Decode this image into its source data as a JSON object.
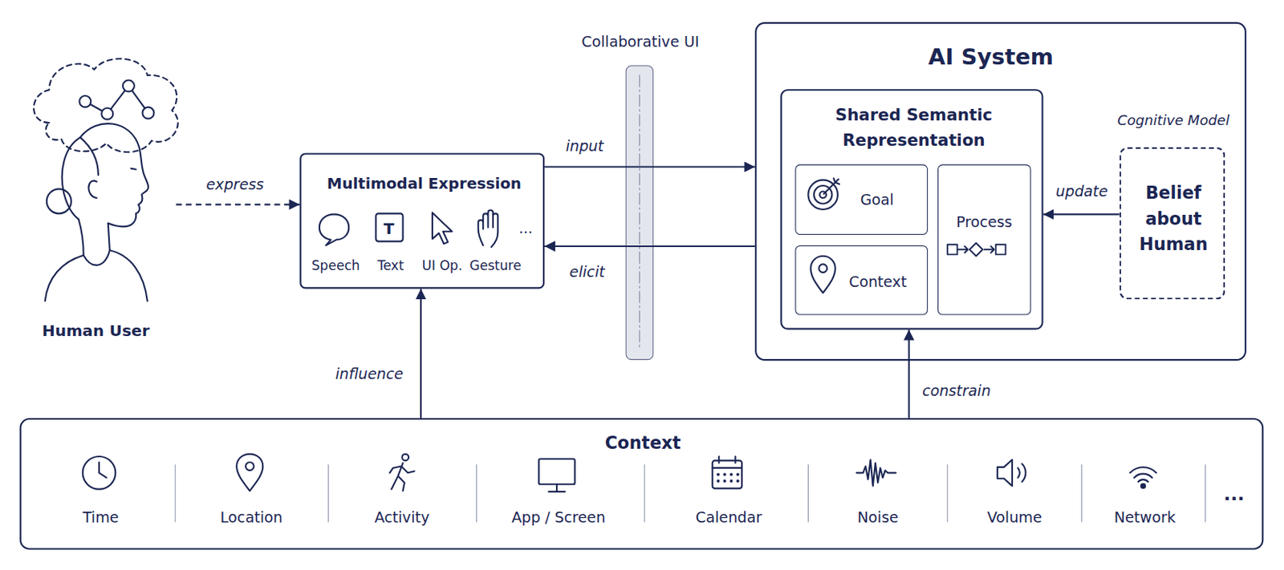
{
  "diagram": {
    "nodes": [
      {
        "text": [
          "Human User"
        ]
      },
      {
        "text": [
          "Multimodal Expression",
          "Speech",
          "Text",
          "UI Op.",
          "Gesture",
          "..."
        ]
      },
      {
        "text": [
          "Collaborative UI"
        ]
      },
      {
        "text": [
          "AI System"
        ]
      },
      {
        "text": [
          "Shared Semantic Representation"
        ],
        "in": 3
      },
      {
        "text": [
          "Goal"
        ],
        "in": 4
      },
      {
        "text": [
          "Context"
        ],
        "in": 4
      },
      {
        "text": [
          "Process"
        ],
        "in": 4
      },
      {
        "text": [
          "Cognitive Model",
          "Belief about Human"
        ],
        "in": 3
      },
      {
        "text": [
          "Context",
          "Time",
          "Location",
          "Activity",
          "App / Screen",
          "Calendar",
          "Noise",
          "Volume",
          "Network",
          "..."
        ]
      }
    ],
    "edges": [
      {
        "from": 0,
        "to": 1,
        "label": "express",
        "arrow": "to"
      },
      {
        "from": 1,
        "to": 3,
        "label": "input",
        "arrow": "to"
      },
      {
        "from": 3,
        "to": 1,
        "label": "elicit",
        "arrow": "to"
      },
      {
        "from": 8,
        "to": 4,
        "label": "update",
        "arrow": "to"
      },
      {
        "from": 9,
        "to": 1,
        "label": "influence",
        "arrow": "to"
      },
      {
        "from": 9,
        "to": 4,
        "label": "constrain",
        "arrow": "to"
      }
    ],
    "labels": [
      "T"
    ]
  }
}
